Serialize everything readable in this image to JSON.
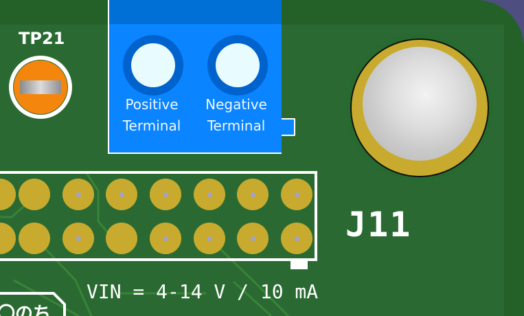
{
  "board": {
    "colors": {
      "background": "#4e4f80",
      "soldermask": "#2a6a32",
      "soldermask_edge": "#236129",
      "silkscreen": "#ffffff",
      "copper_pad": "#c8ab2e",
      "terminal_block": "#0a84ff",
      "testpoint": "#f5860d"
    }
  },
  "testpoint": {
    "label": "TP21"
  },
  "terminal_block": {
    "terminals": [
      {
        "line1": "Positive",
        "line2": "Terminal"
      },
      {
        "line1": "Negative",
        "line2": "Terminal"
      }
    ]
  },
  "connector": {
    "designator": "J11",
    "rows": 2,
    "columns_visible": 8
  },
  "silkscreen": {
    "vin_note": "VIN = 4-14 V / 10 mA",
    "partial_label": "〇のち"
  }
}
